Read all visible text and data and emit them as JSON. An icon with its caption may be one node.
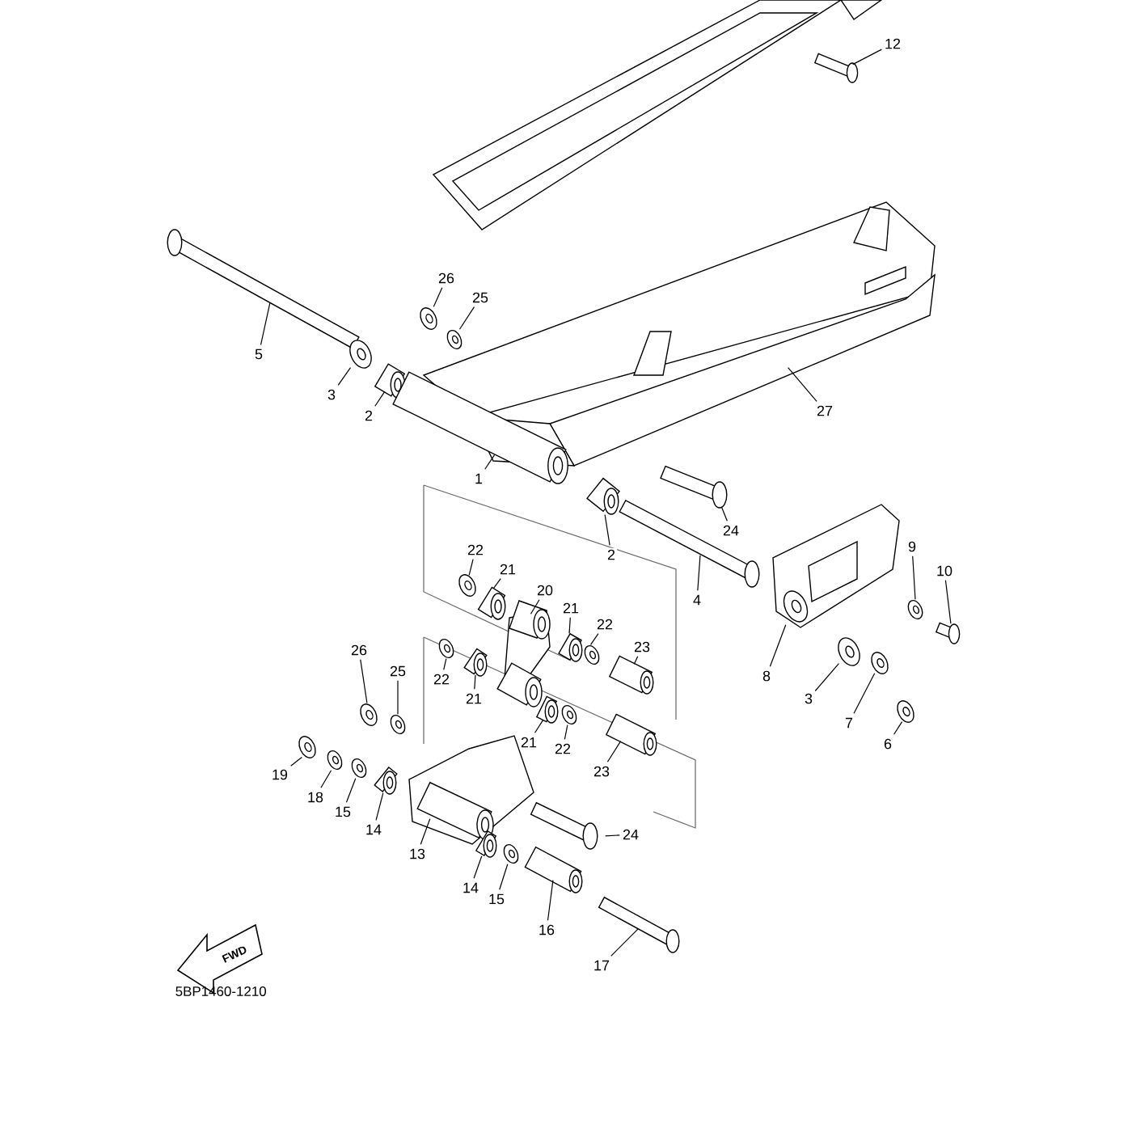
{
  "diagram": {
    "nodes": [
      {
        "text": [
          "12"
        ]
      },
      {
        "text": [
          "26"
        ]
      },
      {
        "text": [
          "25"
        ]
      },
      {
        "text": [
          "5"
        ]
      },
      {
        "text": [
          "3"
        ]
      },
      {
        "text": [
          "2"
        ]
      },
      {
        "text": [
          "27"
        ]
      },
      {
        "text": [
          "1"
        ]
      },
      {
        "text": [
          "24"
        ]
      },
      {
        "text": [
          "2"
        ]
      },
      {
        "text": [
          "22"
        ]
      },
      {
        "text": [
          "21"
        ]
      },
      {
        "text": [
          "20"
        ]
      },
      {
        "text": [
          "9"
        ]
      },
      {
        "text": [
          "10"
        ]
      },
      {
        "text": [
          "4"
        ]
      },
      {
        "text": [
          "22"
        ]
      },
      {
        "text": [
          "21"
        ]
      },
      {
        "text": [
          "23"
        ]
      },
      {
        "text": [
          "26"
        ]
      },
      {
        "text": [
          "25"
        ]
      },
      {
        "text": [
          "22"
        ]
      },
      {
        "text": [
          "21"
        ]
      },
      {
        "text": [
          "3"
        ]
      },
      {
        "text": [
          "7"
        ]
      },
      {
        "text": [
          "6"
        ]
      },
      {
        "text": [
          "21"
        ]
      },
      {
        "text": [
          "22"
        ]
      },
      {
        "text": [
          "23"
        ]
      },
      {
        "text": [
          "8"
        ]
      },
      {
        "text": [
          "19"
        ]
      },
      {
        "text": [
          "18"
        ]
      },
      {
        "text": [
          "15"
        ]
      },
      {
        "text": [
          "14"
        ]
      },
      {
        "text": [
          "13"
        ]
      },
      {
        "text": [
          "24"
        ]
      },
      {
        "text": [
          "14"
        ]
      },
      {
        "text": [
          "15"
        ]
      },
      {
        "text": [
          "16"
        ]
      },
      {
        "text": [
          "17"
        ]
      },
      {
        "text": [],
        "shape": "picture"
      },
      {
        "text": [],
        "shape": "picture"
      },
      {
        "text": [],
        "shape": "picture"
      },
      {
        "text": [],
        "shape": "picture"
      },
      {
        "text": [],
        "shape": "picture"
      },
      {
        "text": [],
        "shape": "picture"
      },
      {
        "text": [],
        "shape": "picture"
      },
      {
        "text": [],
        "shape": "picture"
      },
      {
        "text": [],
        "shape": "picture"
      },
      {
        "text": [],
        "shape": "picture"
      },
      {
        "text": [],
        "shape": "picture"
      },
      {
        "text": [],
        "shape": "picture"
      },
      {
        "text": [],
        "shape": "picture"
      },
      {
        "text": [],
        "shape": "picture"
      },
      {
        "text": [],
        "shape": "picture"
      },
      {
        "text": [],
        "shape": "picture"
      },
      {
        "text": [],
        "shape": "picture"
      },
      {
        "text": [],
        "shape": "picture"
      },
      {
        "text": [],
        "shape": "picture"
      },
      {
        "text": [],
        "shape": "picture"
      },
      {
        "text": [],
        "shape": "picture"
      },
      {
        "text": [],
        "shape": "picture"
      },
      {
        "text": [],
        "shape": "picture"
      },
      {
        "text": [],
        "shape": "picture"
      },
      {
        "text": [],
        "shape": "picture"
      },
      {
        "text": [],
        "shape": "picture"
      },
      {
        "text": [],
        "shape": "picture"
      },
      {
        "text": [],
        "shape": "picture"
      },
      {
        "text": [],
        "shape": "picture"
      },
      {
        "text": [],
        "shape": "picture"
      },
      {
        "text": [],
        "shape": "picture"
      },
      {
        "text": [],
        "shape": "picture"
      },
      {
        "text": [],
        "shape": "picture"
      },
      {
        "text": [],
        "shape": "picture"
      },
      {
        "text": [],
        "shape": "picture"
      },
      {
        "text": [],
        "shape": "picture"
      },
      {
        "text": [],
        "shape": "picture"
      },
      {
        "text": [],
        "shape": "picture"
      },
      {
        "text": [],
        "shape": "picture"
      },
      {
        "text": [],
        "shape": "picture"
      }
    ],
    "edges": [
      {
        "from": 0,
        "to": 40,
        "arrow": "none"
      },
      {
        "from": 1,
        "to": 41,
        "arrow": "none"
      },
      {
        "from": 2,
        "to": 42,
        "arrow": "none"
      },
      {
        "from": 3,
        "to": 43,
        "arrow": "none"
      },
      {
        "from": 4,
        "to": 44,
        "arrow": "none"
      },
      {
        "from": 5,
        "to": 45,
        "arrow": "none"
      },
      {
        "from": 6,
        "to": 46,
        "arrow": "none"
      },
      {
        "from": 7,
        "to": 47,
        "arrow": "none"
      },
      {
        "from": 8,
        "to": 48,
        "arrow": "none"
      },
      {
        "from": 9,
        "to": 49,
        "arrow": "none"
      },
      {
        "from": 10,
        "to": 50,
        "arrow": "none"
      },
      {
        "from": 11,
        "to": 51,
        "arrow": "none"
      },
      {
        "from": 12,
        "to": 52,
        "arrow": "none"
      },
      {
        "from": 13,
        "to": 53,
        "arrow": "none"
      },
      {
        "from": 14,
        "to": 54,
        "arrow": "none"
      },
      {
        "from": 15,
        "to": 55,
        "arrow": "none"
      },
      {
        "from": 16,
        "to": 56,
        "arrow": "none"
      },
      {
        "from": 17,
        "to": 57,
        "arrow": "none"
      },
      {
        "from": 18,
        "to": 58,
        "arrow": "none"
      },
      {
        "from": 19,
        "to": 59,
        "arrow": "none"
      },
      {
        "from": 20,
        "to": 60,
        "arrow": "none"
      },
      {
        "from": 21,
        "to": 61,
        "arrow": "none"
      },
      {
        "from": 22,
        "to": 62,
        "arrow": "none"
      },
      {
        "from": 23,
        "to": 63,
        "arrow": "none"
      },
      {
        "from": 24,
        "to": 64,
        "arrow": "none"
      },
      {
        "from": 25,
        "to": 65,
        "arrow": "none"
      },
      {
        "from": 26,
        "to": 66,
        "arrow": "none"
      },
      {
        "from": 27,
        "to": 67,
        "arrow": "none"
      },
      {
        "from": 28,
        "to": 68,
        "arrow": "none"
      },
      {
        "from": 29,
        "to": 69,
        "arrow": "none"
      },
      {
        "from": 30,
        "to": 70,
        "arrow": "none"
      },
      {
        "from": 31,
        "to": 71,
        "arrow": "none"
      },
      {
        "from": 32,
        "to": 72,
        "arrow": "none"
      },
      {
        "from": 33,
        "to": 73,
        "arrow": "none"
      },
      {
        "from": 34,
        "to": 74,
        "arrow": "none"
      },
      {
        "from": 35,
        "to": 75,
        "arrow": "none"
      },
      {
        "from": 36,
        "to": 76,
        "arrow": "none"
      },
      {
        "from": 37,
        "to": 77,
        "arrow": "none"
      },
      {
        "from": 38,
        "to": 78,
        "arrow": "none"
      },
      {
        "from": 39,
        "to": 79,
        "arrow": "none"
      }
    ],
    "labels": [
      "FWD",
      "5BP1460-1210"
    ]
  }
}
